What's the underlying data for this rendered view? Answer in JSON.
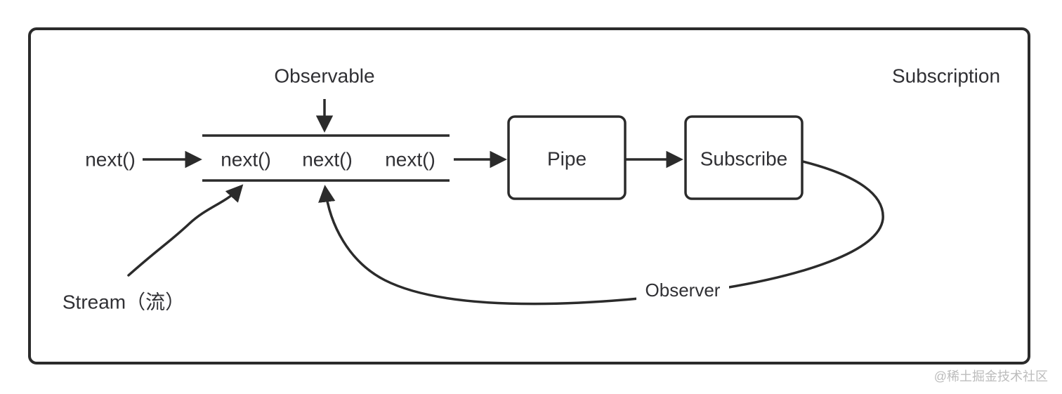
{
  "diagram": {
    "labels": {
      "observable": "Observable",
      "subscription": "Subscription",
      "source_next": "next()",
      "pipe": "Pipe",
      "subscribe": "Subscribe",
      "observer": "Observer",
      "stream": "Stream（流）"
    },
    "stream_items": [
      "next()",
      "next()",
      "next()"
    ],
    "colors": {
      "stroke": "#2b2b2b",
      "text": "#303034",
      "watermark": "#bcbcbc",
      "background": "#ffffff"
    }
  },
  "watermark": "@稀土掘金技术社区"
}
